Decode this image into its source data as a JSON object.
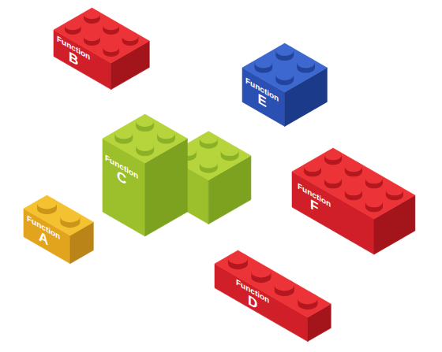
{
  "diagram": {
    "nodes": [
      {
        "text": [
          "Function",
          "B"
        ]
      },
      {
        "text": [
          "Function",
          "E"
        ]
      },
      {
        "text": [
          "Function",
          "C"
        ]
      },
      {
        "text": [
          "Function",
          "F"
        ]
      },
      {
        "text": [
          "Function",
          "A"
        ]
      },
      {
        "text": [
          "Function",
          "D"
        ]
      }
    ]
  }
}
